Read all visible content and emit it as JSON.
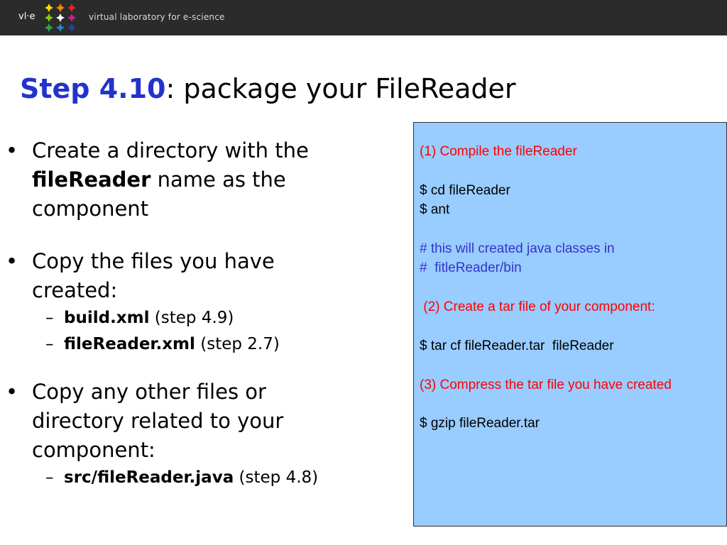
{
  "header": {
    "brand_short": "vl·e",
    "brand_long": "virtual laboratory for e-science"
  },
  "title": {
    "step": "Step 4.10",
    "rest": ": package your FileReader"
  },
  "bullets": [
    {
      "bullet": "•",
      "line1": "Create a directory with the",
      "bold": "fileReader",
      "after_bold": " name as the",
      "line3": "component"
    },
    {
      "bullet": "•",
      "line1": "Copy the files you have",
      "line2": "created:",
      "subs": [
        {
          "dash": "–",
          "bold": "build.xml",
          "text": " (step 4.9)"
        },
        {
          "dash": "–",
          "bold": "fileReader.xml",
          "text": " (step 2.7)"
        }
      ]
    },
    {
      "bullet": "•",
      "line1": "Copy any other files or",
      "line2": "directory related to your",
      "line3": "component:",
      "subs": [
        {
          "dash": "–",
          "bold": "src/fileReader.java",
          "text": " (step 4.8)"
        }
      ]
    }
  ],
  "codebox": {
    "lines": [
      {
        "text": "(1) Compile the fileReader",
        "color": "red"
      },
      {
        "text": "",
        "color": "black"
      },
      {
        "text": "$ cd fileReader",
        "color": "black"
      },
      {
        "text": "$ ant",
        "color": "black"
      },
      {
        "text": "",
        "color": "black"
      },
      {
        "text": "# this will created java classes in",
        "color": "blue"
      },
      {
        "text": "#  fitleReader/bin",
        "color": "blue"
      },
      {
        "text": "",
        "color": "black"
      },
      {
        "text": " (2) Create a tar file of your component:",
        "color": "red"
      },
      {
        "text": "",
        "color": "black"
      },
      {
        "text": "$ tar cf fileReader.tar  fileReader",
        "color": "black"
      },
      {
        "text": "",
        "color": "black"
      },
      {
        "text": "(3) Compress the tar file you have created",
        "color": "red"
      },
      {
        "text": "",
        "color": "black"
      },
      {
        "text": "$ gzip fileReader.tar",
        "color": "black"
      }
    ]
  },
  "colors": {
    "title_accent": "#2233cc",
    "codebox_bg": "#99ccff",
    "code_red": "#ff0000",
    "code_blue": "#3333cc",
    "header_bg": "#2b2b2b"
  }
}
